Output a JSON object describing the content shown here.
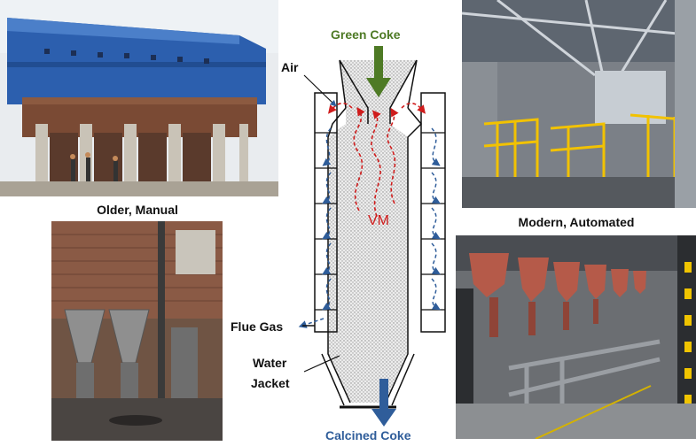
{
  "photos": {
    "older_manual": {
      "caption": "Older, Manual"
    },
    "modern_automated": {
      "caption": "Modern, Automated"
    }
  },
  "diagram": {
    "labels": {
      "green_coke": "Green Coke",
      "air": "Air",
      "vm": "VM",
      "flue_gas": "Flue Gas",
      "water_jacket_line1": "Water",
      "water_jacket_line2": "Jacket",
      "calcined_coke": "Calcined Coke"
    },
    "colors": {
      "green_arrow": "#4e7a25",
      "blue_arrow": "#2f5d9a",
      "vm_red": "#d01c1c",
      "flue_dash": "#2f5d9a",
      "vessel_outline": "#111111",
      "coke_fill": "#dcdcdc",
      "label_green": "#4e7a25",
      "label_blue": "#2f5d9a"
    }
  }
}
